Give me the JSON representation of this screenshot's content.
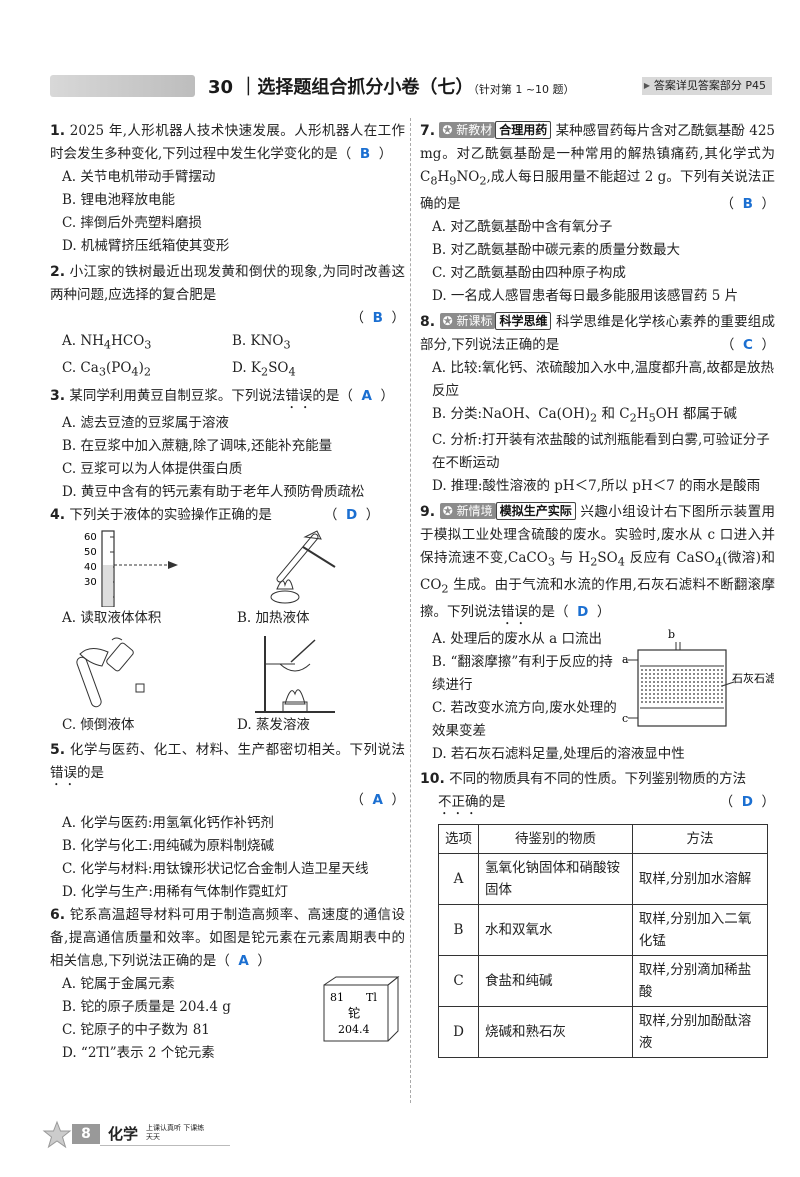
{
  "header": {
    "title": "30 ｜选择题组合抓分小卷（七）",
    "subtitle": "（针对第 1 ~10 题）",
    "answer_ref": "答案详见答案部分 P45"
  },
  "q1": {
    "num": "1.",
    "stem": "2025 年,人形机器人技术快速发展。人形机器人在工作时会发生多种变化,下列过程中发生化学变化的是",
    "answer": "B",
    "options": [
      "A. 关节电机带动手臂摆动",
      "B. 锂电池释放电能",
      "C. 摔倒后外壳塑料磨损",
      "D. 机械臂挤压纸箱使其变形"
    ]
  },
  "q2": {
    "num": "2.",
    "stem": "小江家的铁树最近出现发黄和倒伏的现象,为同时改善这两种问题,应选择的复合肥是",
    "answer": "B",
    "optA_pre": "A. NH",
    "optA_sub1": "4",
    "optA_mid": "HCO",
    "optA_sub2": "3",
    "optB_pre": "B. KNO",
    "optB_sub": "3",
    "optC_pre": "C. Ca",
    "optC_sub1": "3",
    "optC_mid": "(PO",
    "optC_sub2": "4",
    "optC_post": ")",
    "optC_sub3": "2",
    "optD_pre": "D. K",
    "optD_sub1": "2",
    "optD_mid": "SO",
    "optD_sub2": "4"
  },
  "q3": {
    "num": "3.",
    "stem_pre": "某同学利用黄豆自制豆浆。下列说法",
    "stem_emph": "错误",
    "stem_post": "的是",
    "answer": "A",
    "options": [
      "A. 滤去豆渣的豆浆属于溶液",
      "B. 在豆浆中加入蔗糖,除了调味,还能补充能量",
      "C. 豆浆可以为人体提供蛋白质",
      "D. 黄豆中含有的钙元素有助于老年人预防骨质疏松"
    ]
  },
  "q4": {
    "num": "4.",
    "stem": "下列关于液体的实验操作正确的是",
    "answer": "D",
    "cyl_ticks": [
      "60",
      "50",
      "40",
      "30"
    ],
    "labels": [
      "A. 读取液体体积",
      "B. 加热液体",
      "C. 倾倒液体",
      "D. 蒸发溶液"
    ]
  },
  "q5": {
    "num": "5.",
    "stem_pre": "化学与医药、化工、材料、生产都密切相关。下列说法",
    "stem_emph": "错误",
    "stem_post": "的是",
    "answer": "A",
    "options": [
      "A. 化学与医药:用氢氧化钙作补钙剂",
      "B. 化学与化工:用纯碱为原料制烧碱",
      "C. 化学与材料:用钛镍形状记忆合金制人造卫星天线",
      "D. 化学与生产:用稀有气体制作霓虹灯"
    ]
  },
  "q6": {
    "num": "6.",
    "stem": "铊系高温超导材料可用于制造高频率、高速度的通信设备,提高通信质量和效率。如图是铊元素在元素周期表中的相关信息,下列说法正确的是",
    "answer": "A",
    "options": [
      "A. 铊属于金属元素",
      "B. 铊的原子质量是 204.4 g",
      "C. 铊原子的中子数为 81",
      "D. “2Tl”表示 2 个铊元素"
    ],
    "element": {
      "number": "81",
      "symbol": "Tl",
      "name": "铊",
      "mass": "204.4"
    }
  },
  "q7": {
    "num": "7.",
    "tag1": "新教材",
    "tag2": "合理用药",
    "stem1": "某种感冒药每片含对乙酰氨基酚 425 mg。对乙酰氨基酚是一种常用的解热镇痛药,其化学式为 C",
    "f_sub1": "8",
    "f_mid1": "H",
    "f_sub2": "9",
    "f_mid2": "NO",
    "f_sub3": "2",
    "stem2": ",成人每日服用量不能超过 2 g。下列有关说法正确的是",
    "answer": "B",
    "options": [
      "A. 对乙酰氨基酚中含有氧分子",
      "B. 对乙酰氨基酚中碳元素的质量分数最大",
      "C. 对乙酰氨基酚由四种原子构成",
      "D. 一名成人感冒患者每日最多能服用该感冒药 5 片"
    ]
  },
  "q8": {
    "num": "8.",
    "tag1": "新课标",
    "tag2": "科学思维",
    "stem": "科学思维是化学核心素养的重要组成部分,下列说法正确的是",
    "answer": "C",
    "optA": "A. 比较:氧化钙、浓硫酸加入水中,温度都升高,故都是放热反应",
    "optB_pre": "B. 分类:NaOH、Ca(OH)",
    "optB_sub1": "2",
    "optB_mid": " 和 C",
    "optB_sub2": "2",
    "optB_mid2": "H",
    "optB_sub3": "5",
    "optB_post": "OH 都属于碱",
    "optC": "C. 分析:打开装有浓盐酸的试剂瓶能看到白雾,可验证分子在不断运动",
    "optD": "D. 推理:酸性溶液的 pH＜7,所以 pH＜7 的雨水是酸雨"
  },
  "q9": {
    "num": "9.",
    "tag1": "新情境",
    "tag2": "模拟生产实际",
    "stem1": "兴趣小组设计右下图所示装置用于模拟工业处理含硫酸的废水。实验时,废水从 c 口进入并保持流速不变,CaCO",
    "s1": "3",
    "stem2": " 与 H",
    "s2": "2",
    "stem3": "SO",
    "s3": "4",
    "stem4": " 反应有 CaSO",
    "s4": "4",
    "stem5": "(微溶)和 CO",
    "s5": "2",
    "stem6": " 生成。由于气流和水流的作用,石灰石滤料不断翻滚摩擦。下列说法",
    "emph": "错误",
    "stem7": "的是",
    "answer": "D",
    "optA": "A. 处理后的废水从 a 口流出",
    "optB": "B. “翻滚摩擦”有利于反应的持续进行",
    "optC": "C. 若改变水流方向,废水处理的效果变差",
    "optD": "D. 若石灰石滤料足量,处理后的溶液显中性",
    "fig": {
      "b": "b",
      "a": "a",
      "c": "c",
      "label": "石灰石滤料"
    }
  },
  "q10": {
    "num": "10.",
    "stem_pre": "不同的物质具有不同的性质。下列鉴别物质的方法",
    "emph": "不正确",
    "stem_post": "的是",
    "answer": "D",
    "headers": [
      "选项",
      "待鉴别的物质",
      "方法"
    ],
    "rows": [
      [
        "A",
        "氢氧化钠固体和硝酸铵固体",
        "取样,分别加水溶解"
      ],
      [
        "B",
        "水和双氧水",
        "取样,分别加入二氧化锰"
      ],
      [
        "C",
        "食盐和纯碱",
        "取样,分别滴加稀盐酸"
      ],
      [
        "D",
        "烧碱和熟石灰",
        "取样,分别加酚酞溶液"
      ]
    ]
  },
  "footer": {
    "page": "8",
    "subject": "化学",
    "slogan": "上课认真听 下课练天天"
  }
}
